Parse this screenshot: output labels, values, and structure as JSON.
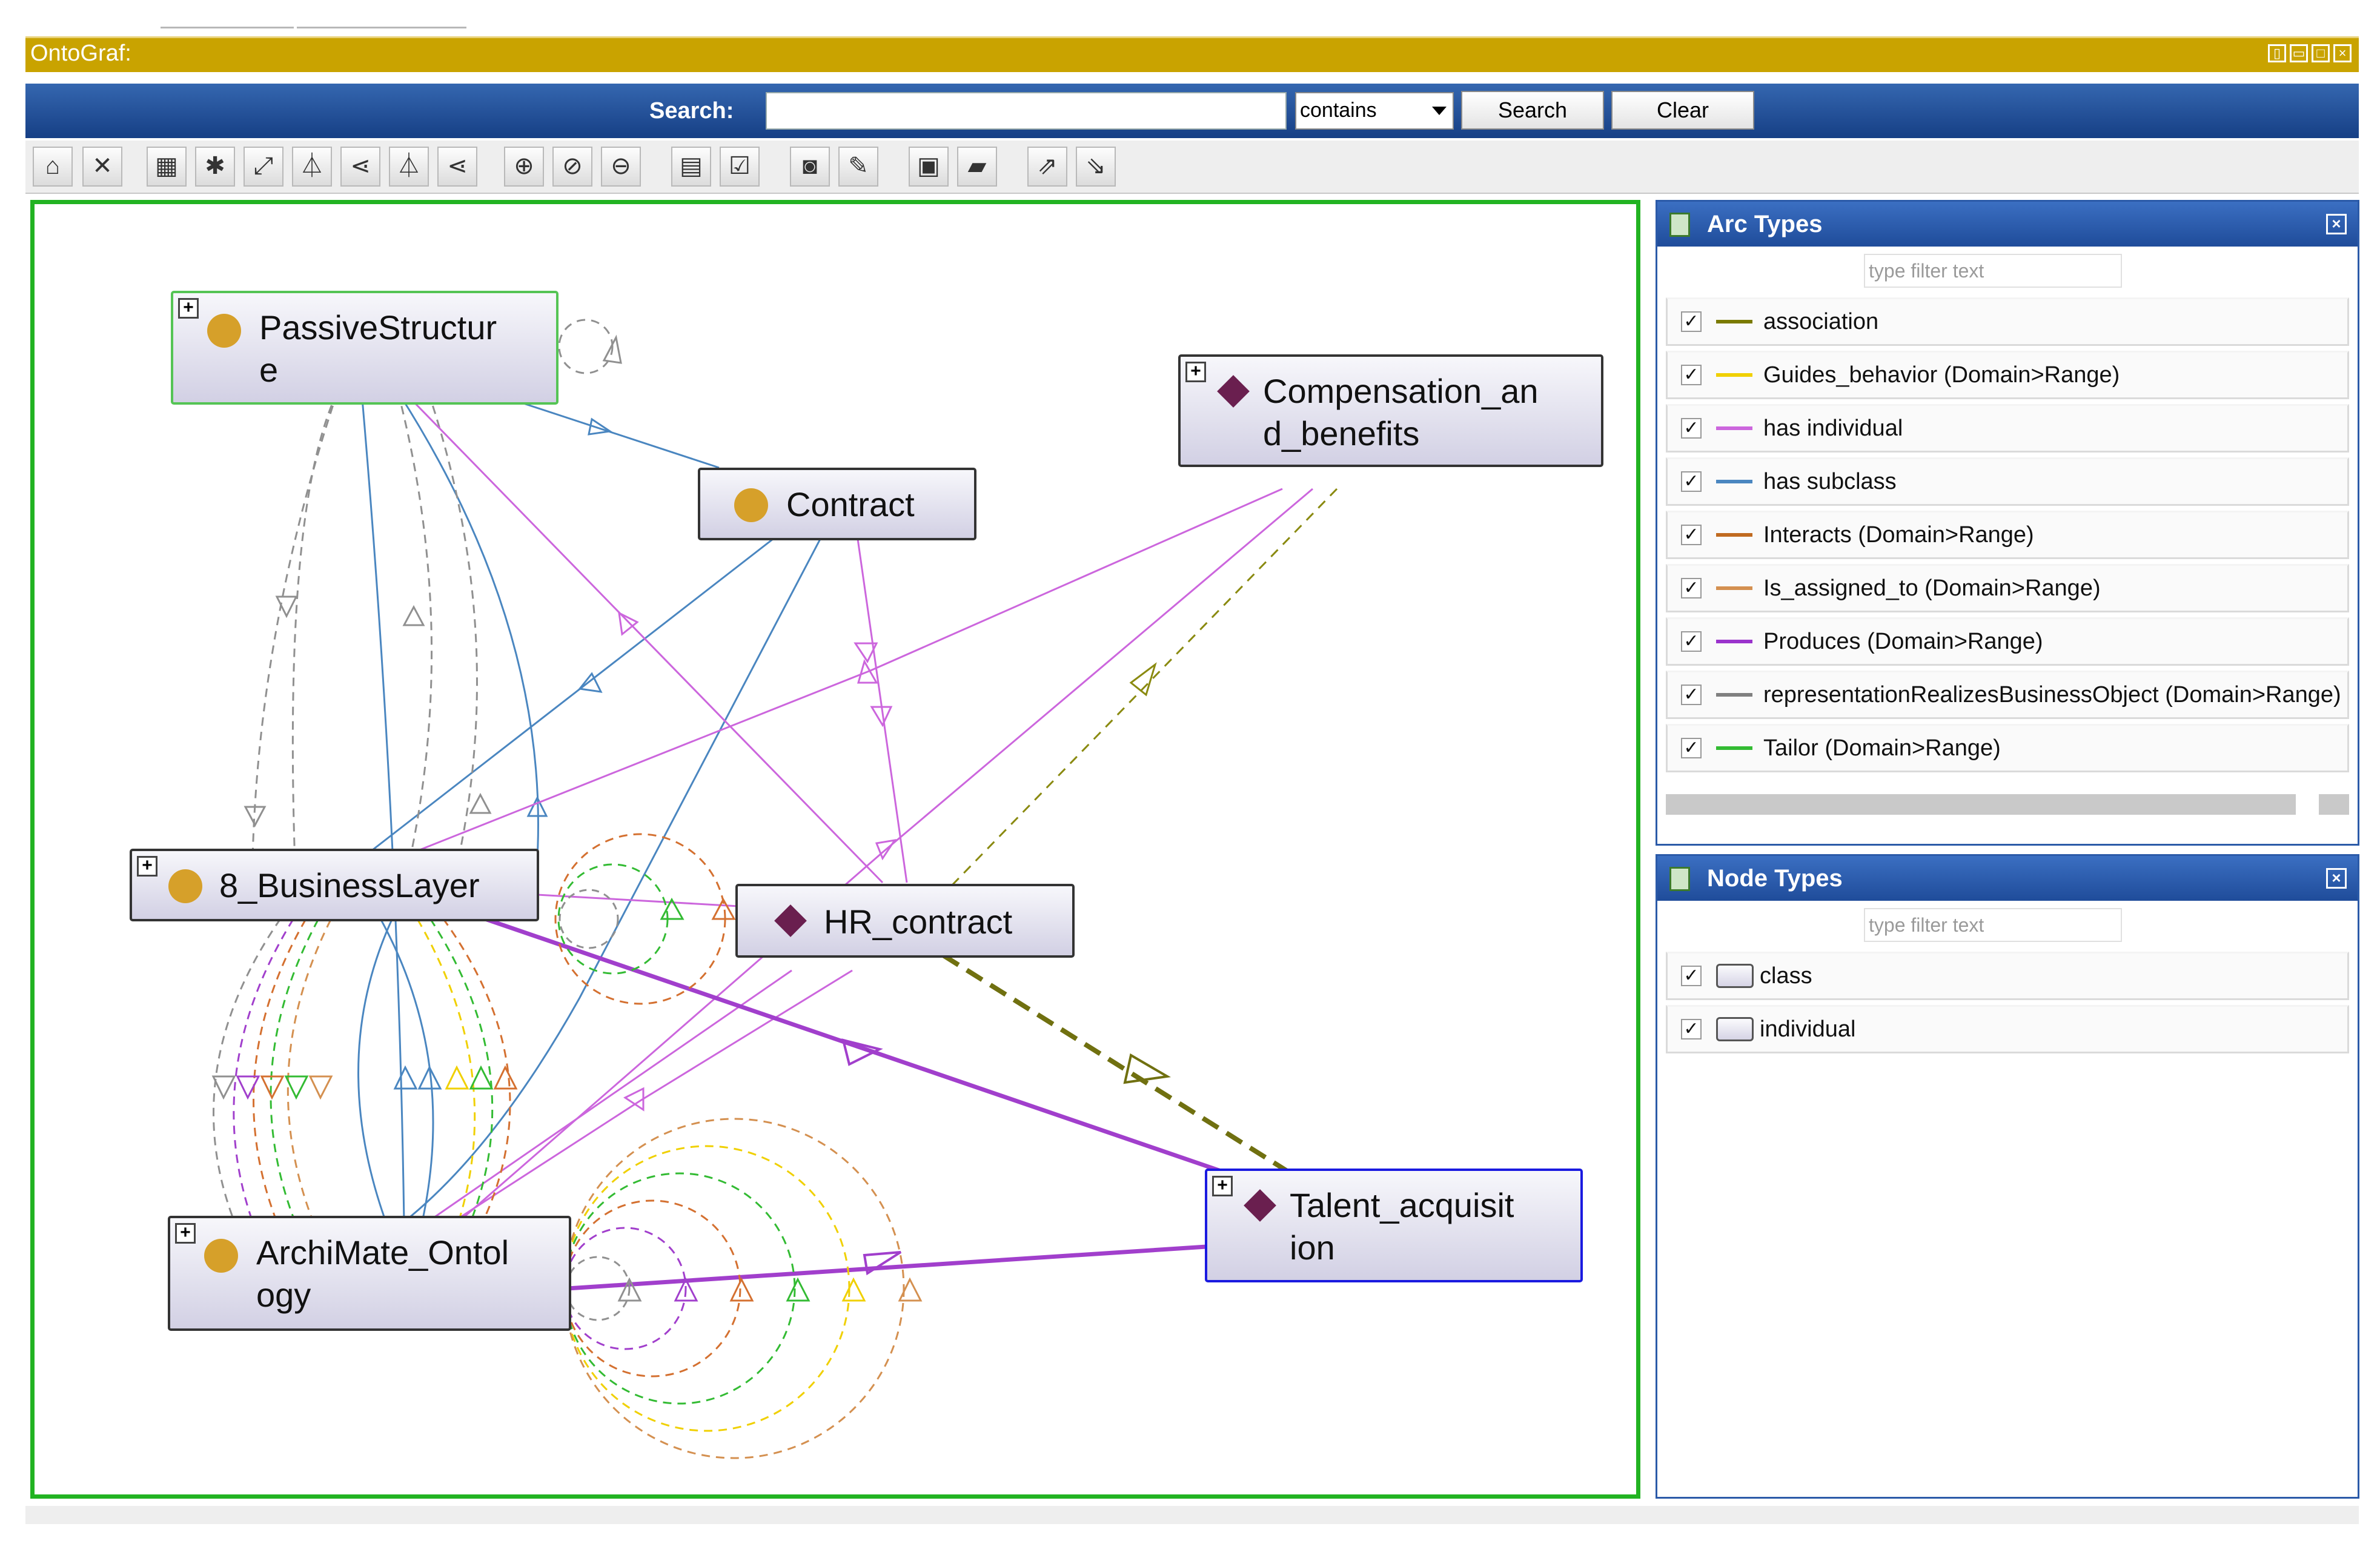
{
  "window": {
    "title": "OntoGraf:"
  },
  "search": {
    "label": "Search:",
    "value": "",
    "mode": "contains",
    "search_button": "Search",
    "clear_button": "Clear"
  },
  "graph": {
    "nodes": [
      {
        "id": "passive",
        "label": "PassiveStructur\ne",
        "type": "class"
      },
      {
        "id": "contract",
        "label": "Contract",
        "type": "class"
      },
      {
        "id": "comp",
        "label": "Compensation_an\nd_benefits",
        "type": "individual"
      },
      {
        "id": "business",
        "label": "8_BusinessLayer",
        "type": "class"
      },
      {
        "id": "hr",
        "label": "HR_contract",
        "type": "individual"
      },
      {
        "id": "archi",
        "label": "ArchiMate_Ontol\nogy",
        "type": "class"
      },
      {
        "id": "talent",
        "label": "Talent_acquisit\nion",
        "type": "individual"
      }
    ]
  },
  "arc_types": {
    "title": "Arc Types",
    "filter_placeholder": "type filter text",
    "items": [
      {
        "label": "association",
        "color": "#7a7a00",
        "checked": true
      },
      {
        "label": "Guides_behavior (Domain>Range)",
        "color": "#f0d000",
        "checked": true
      },
      {
        "label": "has individual",
        "color": "#cc66dd",
        "checked": true
      },
      {
        "label": "has subclass",
        "color": "#4a86c0",
        "checked": true
      },
      {
        "label": "Interacts (Domain>Range)",
        "color": "#c06a20",
        "checked": true
      },
      {
        "label": "Is_assigned_to (Domain>Range)",
        "color": "#d49050",
        "checked": true
      },
      {
        "label": "Produces (Domain>Range)",
        "color": "#9a33cc",
        "checked": true
      },
      {
        "label": "representationRealizesBusinessObject (Domain>Range)",
        "color": "#808080",
        "checked": true
      },
      {
        "label": "Tailor (Domain>Range)",
        "color": "#33bb33",
        "checked": true
      }
    ]
  },
  "node_types": {
    "title": "Node Types",
    "filter_placeholder": "type filter text",
    "items": [
      {
        "label": "class",
        "checked": true
      },
      {
        "label": "individual",
        "checked": true
      }
    ]
  },
  "colors": {
    "title_bar": "#c9a300",
    "search_bar": "#1f4c9a",
    "graph_border": "#22b322",
    "class_dot": "#d6a02a",
    "individual_diamond": "#6a1f4f"
  }
}
